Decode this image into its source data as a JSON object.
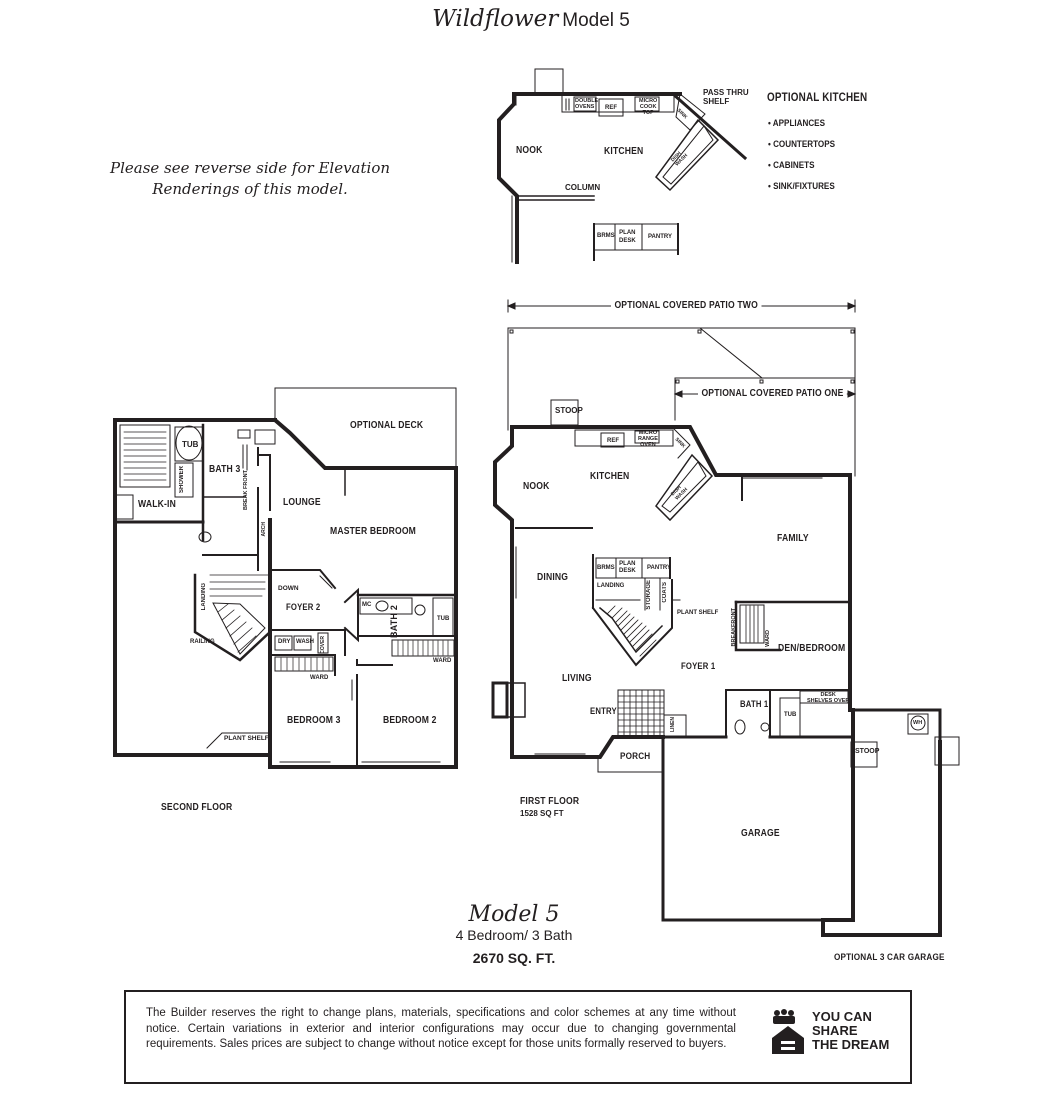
{
  "header": {
    "title_script": "Wildflower",
    "title_model": "Model 5"
  },
  "note": {
    "line1": "Please see reverse side for Elevation",
    "line2": "Renderings of this model."
  },
  "optional_kitchen": {
    "heading": "OPTIONAL KITCHEN",
    "items": [
      "• APPLIANCES",
      "• COUNTERTOPS",
      "• CABINETS",
      "• SINK/FIXTURES"
    ],
    "labels": {
      "nook": "NOOK",
      "kitchen": "KITCHEN",
      "column": "COLUMN",
      "pass_thru_1": "PASS THRU",
      "pass_thru_2": "SHELF",
      "double_ovens_1": "DOUBLE",
      "double_ovens_2": "OVENS",
      "ref": "REF",
      "micro_1": "MICRO",
      "micro_2": "COOK",
      "micro_3": "TOP",
      "sink": "SINK",
      "dish": "DISH",
      "wash": "WASH",
      "brms": "BRMS",
      "plan_1": "PLAN",
      "plan_2": "DESK",
      "pantry": "PANTRY"
    }
  },
  "second_floor": {
    "caption": "SECOND FLOOR",
    "rooms": {
      "optional_deck": "OPTIONAL DECK",
      "tub": "TUB",
      "bath3": "BATH 3",
      "shower": "SHOWER",
      "break_front": "BREAK FRONT",
      "walk_in": "WALK-IN",
      "lounge": "LOUNGE",
      "master_bedroom": "MASTER BEDROOM",
      "arch": "ARCH",
      "down": "DOWN",
      "landing": "LANDING",
      "foyer2": "FOYER 2",
      "railing": "RAILING",
      "dry": "DRY",
      "wash": "WASH",
      "cover": "COVER",
      "mc": "MC",
      "bath2": "BATH 2",
      "tub2": "TUB",
      "ward1": "WARD",
      "ward2": "WARD",
      "bedroom3": "BEDROOM 3",
      "bedroom2": "BEDROOM 2",
      "plant_shelf": "PLANT SHELF"
    }
  },
  "first_floor": {
    "caption": "FIRST FLOOR",
    "sqft": "1528 SQ FT",
    "rooms": {
      "patio_two": "OPTIONAL COVERED PATIO TWO",
      "patio_one": "OPTIONAL COVERED PATIO ONE",
      "stoop": "STOOP",
      "nook": "NOOK",
      "kitchen": "KITCHEN",
      "ref": "REF",
      "micro_1": "MICRO",
      "micro_2": "RANGE",
      "micro_3": "OVEN",
      "sink": "SINK",
      "dish": "DISH",
      "wash": "WASH",
      "family": "FAMILY",
      "dining": "DINING",
      "brms": "BRMS",
      "plan_1": "PLAN",
      "plan_2": "DESK",
      "pantry": "PANTRY",
      "landing": "LANDING",
      "storage": "STORAGE",
      "coats": "COATS",
      "plant_shelf": "PLANT SHELF",
      "breakfront": "BREAKFRONT",
      "ward": "WARD",
      "den_bedroom": "DEN/BEDROOM",
      "foyer1": "FOYER 1",
      "living": "LIVING",
      "entry": "ENTRY",
      "bath1": "BATH 1",
      "tub": "TUB",
      "desk_1": "DESK",
      "desk_2": "SHELVES OVER",
      "linen": "LINEN",
      "wh": "WH",
      "porch": "PORCH",
      "stoop2": "STOOP",
      "garage": "GARAGE",
      "optional_garage": "OPTIONAL 3 CAR GARAGE"
    }
  },
  "summary": {
    "model": "Model 5",
    "beds_baths": "4 Bedroom/ 3 Bath",
    "sqft": "2670 SQ. FT."
  },
  "disclaimer": {
    "text": "The Builder reserves the right to change plans, materials, specifications and color schemes at any time without notice. Certain variations in exterior and interior configurations may occur due to changing governmental requirements. Sales prices are subject to change without notice except for those units formally reserved to buyers.",
    "logo_line1": "YOU CAN",
    "logo_line2": "SHARE",
    "logo_line3": "THE DREAM"
  }
}
